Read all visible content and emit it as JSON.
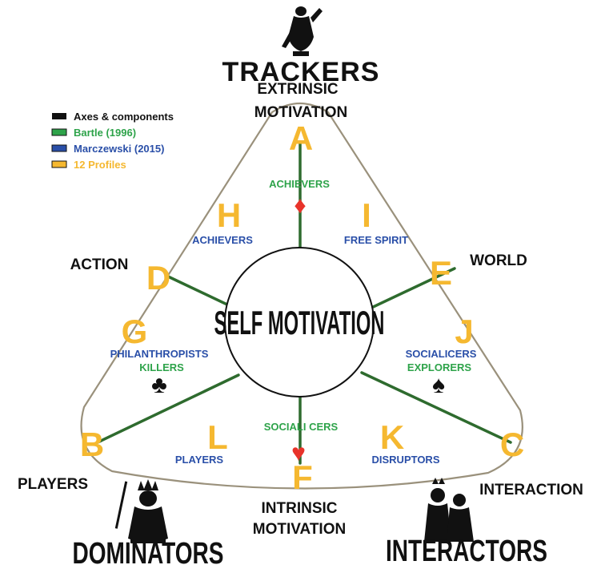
{
  "colors": {
    "axis": "#2e6b2e",
    "outline": "#9a917c",
    "blue": "#2a4fa8",
    "green": "#2ea34a",
    "orange": "#f5b830",
    "red": "#e8332a",
    "black": "#111111"
  },
  "legend": {
    "items": [
      {
        "label": "Axes  & components",
        "swatch": "#111111",
        "text_color": "#111111"
      },
      {
        "label": "Bartle (1996)",
        "swatch": "#2ea34a",
        "text_color": "#2ea34a"
      },
      {
        "label": "Marczewski (2015)",
        "swatch": "#2a4fa8",
        "text_color": "#2a4fa8"
      },
      {
        "label": "12 Profiles",
        "swatch": "#f5b830",
        "text_color": "#f5b830"
      }
    ]
  },
  "poles": {
    "top": "TRACKERS",
    "bottom_left": "DOMINATORS",
    "bottom_right": "INTERACTORS"
  },
  "axes": {
    "extrinsic_1": "EXTRINSIC",
    "extrinsic_2": "MOTIVATION",
    "intrinsic_1": "INTRINSIC",
    "intrinsic_2": "MOTIVATION",
    "action": "ACTION",
    "world": "WORLD",
    "players": "PLAYERS",
    "interaction": "INTERACTION"
  },
  "center": "SELF MOTIVATION",
  "letters": [
    "A",
    "B",
    "C",
    "D",
    "E",
    "F",
    "G",
    "H",
    "I",
    "J",
    "K",
    "L"
  ],
  "marczewski": {
    "h": "ACHIEVERS",
    "i": "FREE SPIRIT",
    "g": "PHILANTHROPISTS",
    "j": "SOCIALICERS",
    "l": "PLAYERS",
    "k": "DISRUPTORS"
  },
  "bartle": {
    "top": "ACHIEVERS",
    "left": "KILLERS",
    "right": "EXPLORERS",
    "bottom": "SOCIALI CERS"
  },
  "suits": {
    "diamond": "♦",
    "club": "♣",
    "spade": "♠",
    "heart": "♥"
  }
}
